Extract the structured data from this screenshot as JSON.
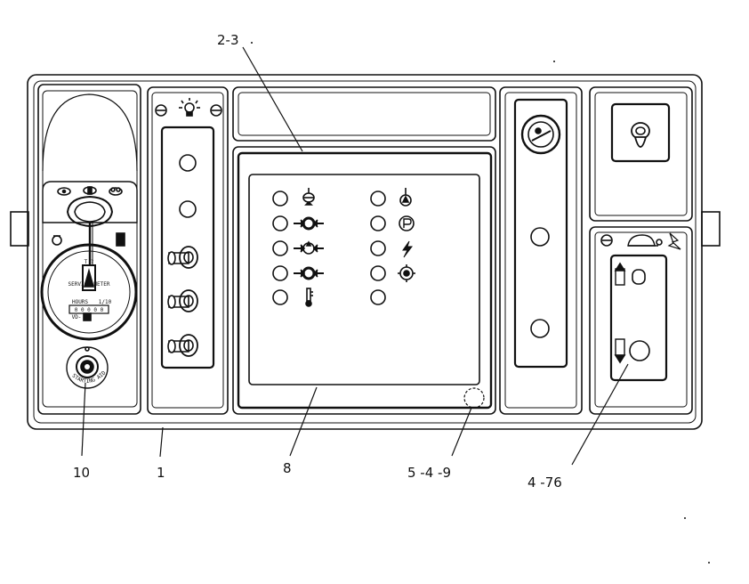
{
  "callouts": {
    "c_2_3": "2-3",
    "c_10": "10",
    "c_1": "1",
    "c_8": "8",
    "c_5_4_9": "5 -4 -9",
    "c_4_76": "4 -76"
  },
  "meter": {
    "top_text": "T  ?",
    "label": "SERVICE METER",
    "hours": "HOURS",
    "counter": "0 0 0 0 0",
    "unit": "1/10",
    "model": "VD-"
  },
  "key_switch": {
    "label": "STARTING AID"
  }
}
